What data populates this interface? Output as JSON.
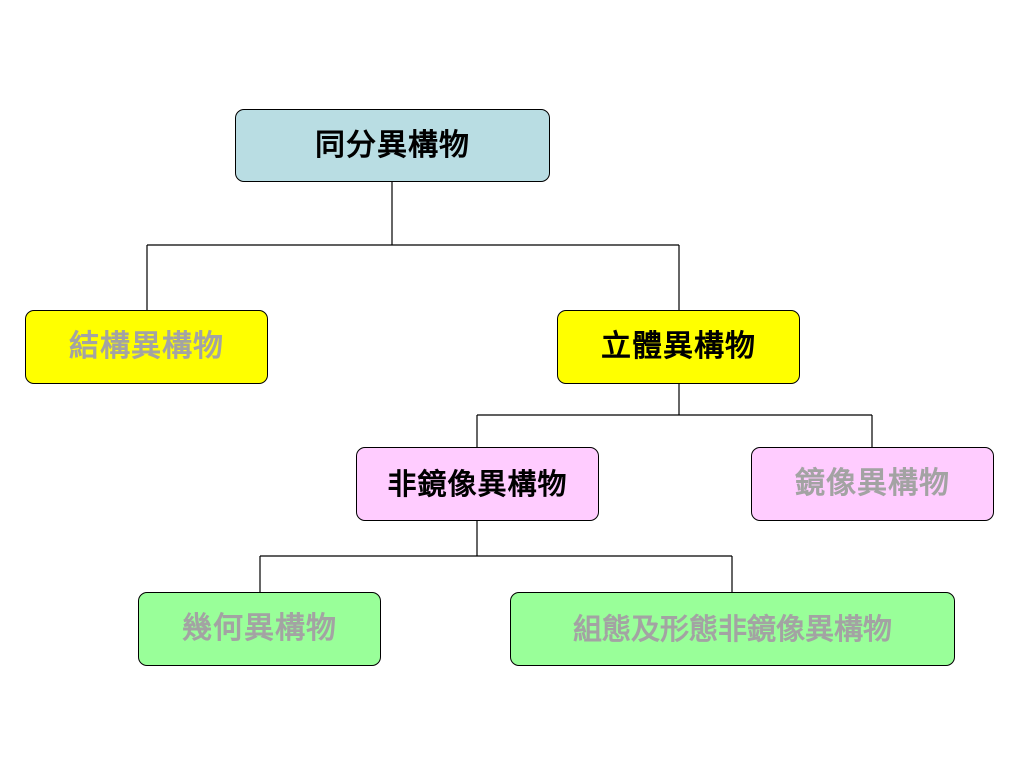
{
  "colors": {
    "root_fill": "#b9dde3",
    "level1_fill": "#ffff00",
    "level2_fill": "#ffccff",
    "level3_fill": "#99ff99",
    "text_dark": "#000000",
    "text_muted": "#a3a3a3"
  },
  "diagram": {
    "root": {
      "label": "同分異構物"
    },
    "structural": {
      "label": "結構異構物"
    },
    "stereo": {
      "label": "立體異構物"
    },
    "diastereomers": {
      "label": "非鏡像異構物"
    },
    "enantiomers": {
      "label": "鏡像異構物"
    },
    "geometric": {
      "label": "幾何異構物"
    },
    "conformational": {
      "label": "組態及形態非鏡像異構物"
    }
  }
}
